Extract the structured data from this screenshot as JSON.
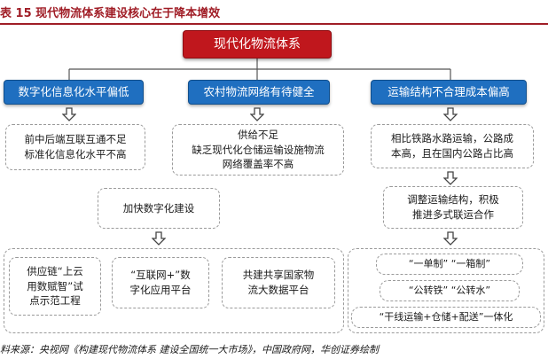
{
  "header": {
    "title": "表 15   现代物流体系建设核心在于降本增效"
  },
  "root": {
    "label": "现代化物流体系"
  },
  "branches": [
    {
      "label": "数字化信息化水平偏低"
    },
    {
      "label": "农村物流网络有待健全"
    },
    {
      "label": "运输结构不合理成本偏高"
    }
  ],
  "problems": [
    {
      "text": "前中后端互联互通不足\n标准化信息化水平不高"
    },
    {
      "text": "供给不足\n缺乏现代化仓储运输设施物流\n网络覆盖率不高"
    },
    {
      "text": "相比铁路水路运输，公路成\n本高，且在国内公路占比高"
    }
  ],
  "digital": {
    "text": "加快数字化建设"
  },
  "adjust": {
    "text": "调整运输结构，积极\n推进多式联运合作"
  },
  "measures_left": [
    {
      "text": "供应链“上云\n用数赋智”试\n点示范工程"
    },
    {
      "text": "“互联网+”数\n字化应用平台"
    },
    {
      "text": "共建共享国家物\n流大数据平台"
    }
  ],
  "measures_right": [
    {
      "text": "“一单制”  “一箱制”"
    },
    {
      "text": "“公转铁”  “公转水”"
    },
    {
      "text": "“干线运输+仓储+配送”一体化"
    }
  ],
  "footer": {
    "source": "料来源：央视网《构建现代物流体系 建设全国统一大市场》，中国政府网，华创证券绘制"
  },
  "colors": {
    "accent_red": "#c0171d",
    "title_red": "#a01d26",
    "node_blue": "#1f6fc0",
    "dash_gray": "#9a9a9a"
  }
}
